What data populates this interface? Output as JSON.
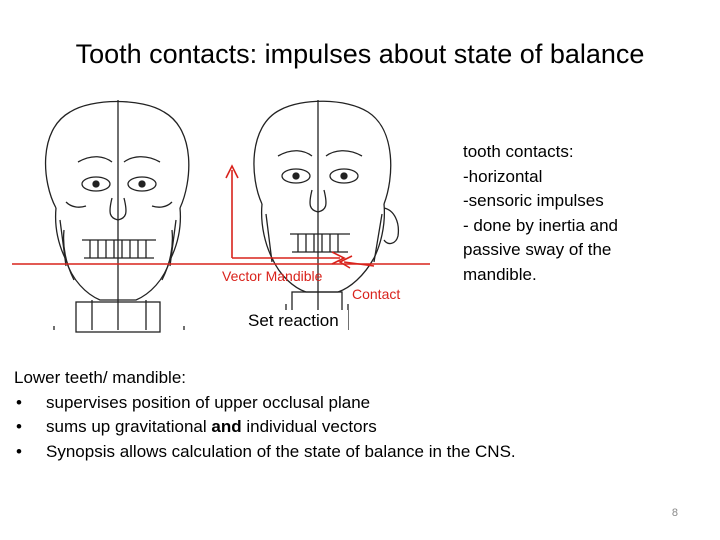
{
  "slide": {
    "title": "Tooth contacts: impulses about state of balance",
    "figure": {
      "label_vector": "Vector Mandible",
      "label_contact": "Contact",
      "label_set_reaction": "Set reaction",
      "accent_color": "#d9231c"
    },
    "callout": {
      "lines": [
        "tooth contacts:",
        "-horizontal",
        "-sensoric impulses",
        "- done by inertia and",
        "passive sway of the",
        "mandible."
      ]
    },
    "lower": {
      "heading": "Lower teeth/ mandible:",
      "bullets": [
        {
          "text": "supervises position of upper occlusal plane"
        },
        {
          "before": "sums up gravitational ",
          "bold": "and",
          "after": " individual vectors"
        },
        {
          "text": "Synopsis allows  calculation of the state of balance in the CNS."
        }
      ],
      "bullet_char": "•"
    },
    "page_number": "8"
  }
}
